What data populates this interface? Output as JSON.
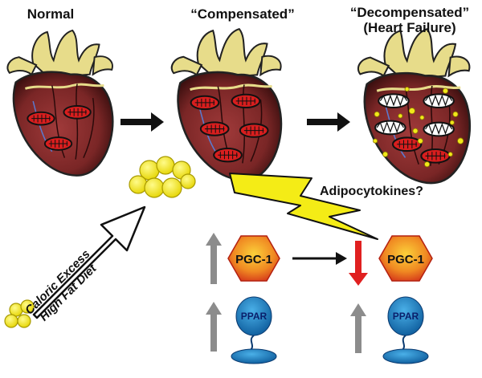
{
  "labels": {
    "normal": "Normal",
    "compensated": "“Compensated”",
    "decompensated_line1": "“Decompensated”",
    "decompensated_line2": "(Heart Failure)",
    "adipocytokines": "Adipocytokines?",
    "diet_line1": "Caloric Excess",
    "diet_line2": "High Fat Diet"
  },
  "proteins": {
    "pgc1_left": "PGC-1",
    "pgc1_right": "PGC-1",
    "ppar_left": "PPAR",
    "ppar_right": "PPAR"
  },
  "colors": {
    "heart_muscle": "#7a2626",
    "heart_vessels": "#e7dc8a",
    "fat_droplet": "#f2e81a",
    "lightning": "#f4ec16",
    "up_arrow": "#8c8c8c",
    "down_arrow": "#e02020",
    "pgc1_hexagon": "#e8561b",
    "ppar_blob": "#1e7fc0"
  }
}
